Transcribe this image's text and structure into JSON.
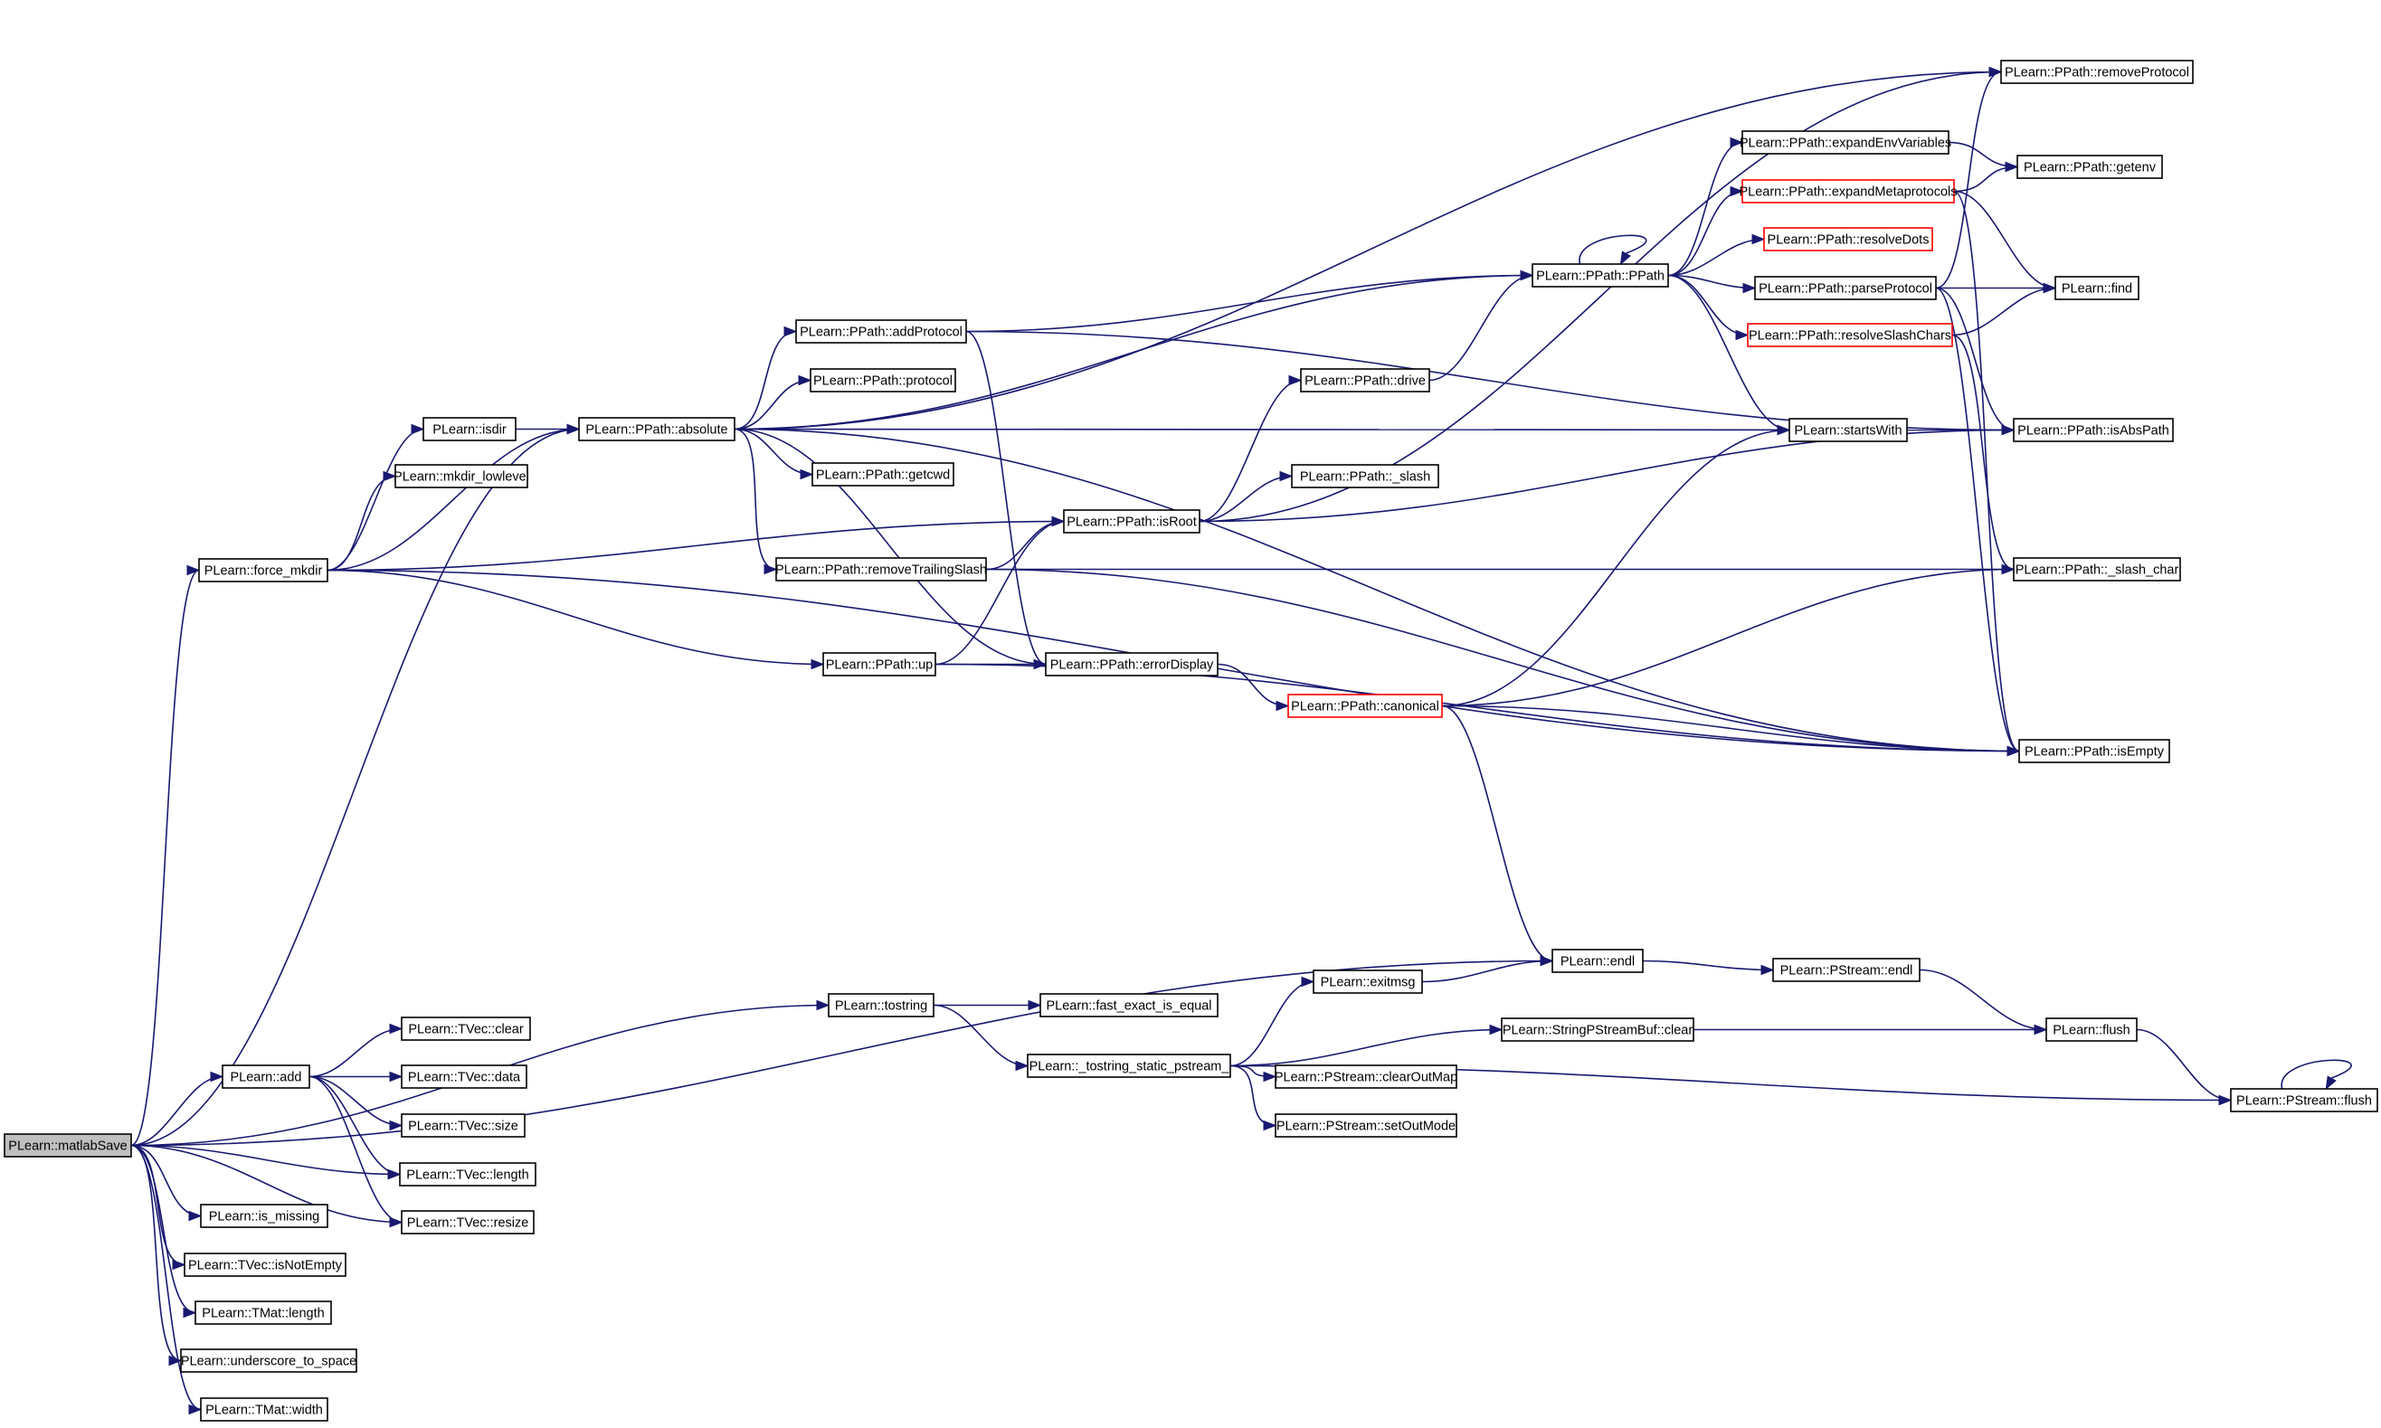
{
  "nodes": {
    "matlabSave": {
      "label": "PLearn::matlabSave",
      "style": "root"
    },
    "force_mkdir": {
      "label": "PLearn::force_mkdir"
    },
    "isdir": {
      "label": "PLearn::isdir"
    },
    "mkdir_lowlevel": {
      "label": "PLearn::mkdir_lowlevel"
    },
    "absolute": {
      "label": "PLearn::PPath::absolute"
    },
    "addProtocol": {
      "label": "PLearn::PPath::addProtocol"
    },
    "protocol": {
      "label": "PLearn::PPath::protocol"
    },
    "getcwd": {
      "label": "PLearn::PPath::getcwd"
    },
    "removeTrailingSlash": {
      "label": "PLearn::PPath::removeTrailingSlash"
    },
    "up": {
      "label": "PLearn::PPath::up"
    },
    "isRoot": {
      "label": "PLearn::PPath::isRoot"
    },
    "errorDisplay": {
      "label": "PLearn::PPath::errorDisplay"
    },
    "drive": {
      "label": "PLearn::PPath::drive"
    },
    "_slash": {
      "label": "PLearn::PPath::_slash"
    },
    "canonical": {
      "label": "PLearn::PPath::canonical",
      "style": "red"
    },
    "PPath": {
      "label": "PLearn::PPath::PPath"
    },
    "removeProtocol": {
      "label": "PLearn::PPath::removeProtocol"
    },
    "expandEnvVariables": {
      "label": "PLearn::PPath::expandEnvVariables"
    },
    "expandMetaprotocols": {
      "label": "PLearn::PPath::expandMetaprotocols",
      "style": "red"
    },
    "resolveDots": {
      "label": "PLearn::PPath::resolveDots",
      "style": "red"
    },
    "parseProtocol": {
      "label": "PLearn::PPath::parseProtocol"
    },
    "resolveSlashChars": {
      "label": "PLearn::PPath::resolveSlashChars",
      "style": "red"
    },
    "startsWith": {
      "label": "PLearn::startsWith"
    },
    "getenv": {
      "label": "PLearn::PPath::getenv"
    },
    "find": {
      "label": "PLearn::find"
    },
    "isAbsPath": {
      "label": "PLearn::PPath::isAbsPath"
    },
    "_slash_char": {
      "label": "PLearn::PPath::_slash_char"
    },
    "isEmpty": {
      "label": "PLearn::PPath::isEmpty"
    },
    "endl": {
      "label": "PLearn::endl"
    },
    "PStream_endl": {
      "label": "PLearn::PStream::endl"
    },
    "flush": {
      "label": "PLearn::flush"
    },
    "PStream_flush": {
      "label": "PLearn::PStream::flush"
    },
    "tostring": {
      "label": "PLearn::tostring"
    },
    "fast_exact_is_equal": {
      "label": "PLearn::fast_exact_is_equal"
    },
    "tostring_static": {
      "label": "PLearn::_tostring_static_pstream_"
    },
    "exitmsg": {
      "label": "PLearn::exitmsg"
    },
    "StringPStreamBuf_clear": {
      "label": "PLearn::StringPStreamBuf::clear"
    },
    "clearOutMap": {
      "label": "PLearn::PStream::clearOutMap"
    },
    "setOutMode": {
      "label": "PLearn::PStream::setOutMode"
    },
    "add": {
      "label": "PLearn::add"
    },
    "TVec_clear": {
      "label": "PLearn::TVec::clear"
    },
    "TVec_data": {
      "label": "PLearn::TVec::data"
    },
    "TVec_size": {
      "label": "PLearn::TVec::size"
    },
    "TVec_length": {
      "label": "PLearn::TVec::length"
    },
    "TVec_resize": {
      "label": "PLearn::TVec::resize"
    },
    "is_missing": {
      "label": "PLearn::is_missing"
    },
    "isNotEmpty": {
      "label": "PLearn::TVec::isNotEmpty"
    },
    "TMat_length": {
      "label": "PLearn::TMat::length"
    },
    "underscore_to_space": {
      "label": "PLearn::underscore_to_space"
    },
    "TMat_width": {
      "label": "PLearn::TMat::width"
    }
  },
  "edges": [
    [
      "matlabSave",
      "absolute"
    ],
    [
      "matlabSave",
      "force_mkdir"
    ],
    [
      "matlabSave",
      "endl"
    ],
    [
      "matlabSave",
      "tostring"
    ],
    [
      "matlabSave",
      "add"
    ],
    [
      "matlabSave",
      "TVec_length"
    ],
    [
      "matlabSave",
      "TVec_resize"
    ],
    [
      "matlabSave",
      "is_missing"
    ],
    [
      "matlabSave",
      "isNotEmpty"
    ],
    [
      "matlabSave",
      "TMat_length"
    ],
    [
      "matlabSave",
      "underscore_to_space"
    ],
    [
      "matlabSave",
      "TMat_width"
    ],
    [
      "force_mkdir",
      "isdir"
    ],
    [
      "force_mkdir",
      "mkdir_lowlevel"
    ],
    [
      "force_mkdir",
      "absolute"
    ],
    [
      "force_mkdir",
      "isRoot"
    ],
    [
      "force_mkdir",
      "up"
    ],
    [
      "force_mkdir",
      "isEmpty"
    ],
    [
      "isdir",
      "absolute"
    ],
    [
      "absolute",
      "addProtocol"
    ],
    [
      "absolute",
      "protocol"
    ],
    [
      "absolute",
      "getcwd"
    ],
    [
      "absolute",
      "removeTrailingSlash"
    ],
    [
      "absolute",
      "removeProtocol"
    ],
    [
      "absolute",
      "PPath"
    ],
    [
      "absolute",
      "isAbsPath"
    ],
    [
      "absolute",
      "errorDisplay"
    ],
    [
      "absolute",
      "isEmpty"
    ],
    [
      "addProtocol",
      "PPath"
    ],
    [
      "addProtocol",
      "isAbsPath"
    ],
    [
      "addProtocol",
      "errorDisplay"
    ],
    [
      "removeTrailingSlash",
      "isRoot"
    ],
    [
      "removeTrailingSlash",
      "_slash_char"
    ],
    [
      "removeTrailingSlash",
      "isEmpty"
    ],
    [
      "up",
      "isRoot"
    ],
    [
      "up",
      "errorDisplay"
    ],
    [
      "up",
      "isEmpty"
    ],
    [
      "isRoot",
      "drive"
    ],
    [
      "isRoot",
      "_slash"
    ],
    [
      "isRoot",
      "removeProtocol"
    ],
    [
      "isRoot",
      "isAbsPath"
    ],
    [
      "drive",
      "PPath"
    ],
    [
      "errorDisplay",
      "canonical"
    ],
    [
      "canonical",
      "startsWith"
    ],
    [
      "canonical",
      "_slash_char"
    ],
    [
      "canonical",
      "isEmpty"
    ],
    [
      "canonical",
      "endl"
    ],
    [
      "PPath",
      "PPath"
    ],
    [
      "PPath",
      "expandEnvVariables"
    ],
    [
      "PPath",
      "expandMetaprotocols"
    ],
    [
      "PPath",
      "resolveDots"
    ],
    [
      "PPath",
      "parseProtocol"
    ],
    [
      "PPath",
      "resolveSlashChars"
    ],
    [
      "PPath",
      "startsWith"
    ],
    [
      "expandEnvVariables",
      "getenv"
    ],
    [
      "expandMetaprotocols",
      "getenv"
    ],
    [
      "expandMetaprotocols",
      "find"
    ],
    [
      "expandMetaprotocols",
      "isEmpty"
    ],
    [
      "parseProtocol",
      "removeProtocol"
    ],
    [
      "parseProtocol",
      "find"
    ],
    [
      "parseProtocol",
      "isAbsPath"
    ],
    [
      "parseProtocol",
      "isEmpty"
    ],
    [
      "resolveSlashChars",
      "find"
    ],
    [
      "resolveSlashChars",
      "_slash_char"
    ],
    [
      "endl",
      "PStream_endl"
    ],
    [
      "PStream_endl",
      "flush"
    ],
    [
      "flush",
      "PStream_flush"
    ],
    [
      "PStream_flush",
      "PStream_flush"
    ],
    [
      "tostring",
      "fast_exact_is_equal"
    ],
    [
      "tostring",
      "tostring_static"
    ],
    [
      "tostring_static",
      "exitmsg"
    ],
    [
      "tostring_static",
      "StringPStreamBuf_clear"
    ],
    [
      "tostring_static",
      "clearOutMap"
    ],
    [
      "tostring_static",
      "setOutMode"
    ],
    [
      "tostring_static",
      "PStream_flush"
    ],
    [
      "exitmsg",
      "endl"
    ],
    [
      "StringPStreamBuf_clear",
      "flush"
    ],
    [
      "add",
      "TVec_clear"
    ],
    [
      "add",
      "TVec_data"
    ],
    [
      "add",
      "TVec_size"
    ],
    [
      "add",
      "TVec_length"
    ],
    [
      "add",
      "TVec_resize"
    ]
  ]
}
